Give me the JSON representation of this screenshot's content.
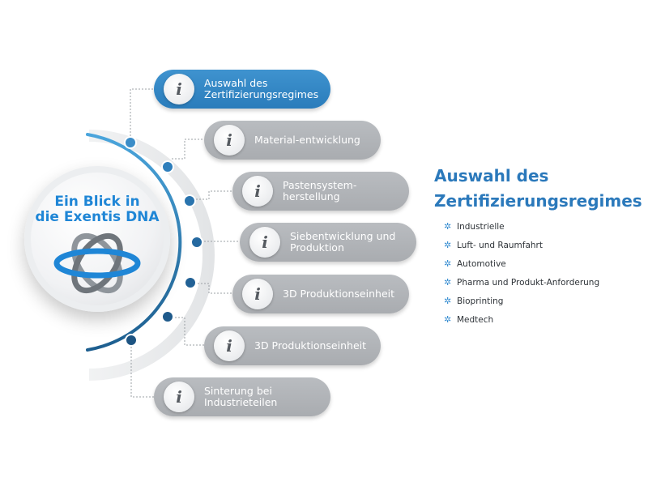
{
  "hub": {
    "title_line1": "Ein Blick in",
    "title_line2": "die Exentis DNA",
    "logo_icon": "exentis-atom-logo",
    "accent": "#1f86d6"
  },
  "steps": [
    {
      "label": "Auswahl des Zertifizierungsregimes",
      "icon": "info-icon",
      "active": true
    },
    {
      "label": "Material-entwicklung",
      "icon": "info-icon",
      "active": false
    },
    {
      "label": "Pastensystem-herstellung",
      "icon": "info-icon",
      "active": false
    },
    {
      "label": "Siebentwicklung und Produktion",
      "icon": "info-icon",
      "active": false
    },
    {
      "label": "3D Produktionseinheit",
      "icon": "info-icon",
      "active": false
    },
    {
      "label": "3D Produktionseinheit",
      "icon": "info-icon",
      "active": false
    },
    {
      "label": "Sinterung bei Industrieteilen",
      "icon": "info-icon",
      "active": false
    }
  ],
  "panel": {
    "title_line1": "Auswahl des",
    "title_line2": "Zertifizierungsregimes",
    "bullet_icon": "gear-bullet-icon",
    "items": [
      "Industrielle",
      "Luft- und Raumfahrt",
      "Automotive",
      "Pharma und Produkt-Anforderung",
      "Bioprinting",
      "Medtech"
    ]
  },
  "colors": {
    "active_blue": "#2f86c6",
    "inactive_grey": "#b1b4b8",
    "title_blue": "#2b79bb",
    "arc_dark": "#1d5e8f",
    "arc_light": "#4aa5dc"
  }
}
